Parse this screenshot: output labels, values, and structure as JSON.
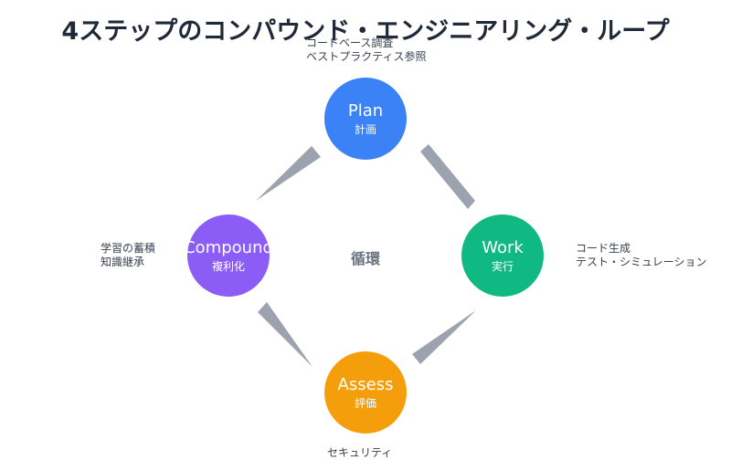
{
  "title": "4ステップのコンパウンド・エンジニアリング・ループ",
  "center": "循環",
  "colors": {
    "plan": "#3b82f6",
    "work": "#10b981",
    "assess": "#f59e0b",
    "compound": "#8b5cf6",
    "arrow": "#9ca3af"
  },
  "nodes": {
    "plan": {
      "label": "Plan",
      "sub": "計画"
    },
    "work": {
      "label": "Work",
      "sub": "実行"
    },
    "assess": {
      "label": "Assess",
      "sub": "評価"
    },
    "compound": {
      "label": "Compound",
      "sub": "複利化"
    }
  },
  "notes": {
    "plan": [
      "コードベース調査",
      "ベストプラクティス参照"
    ],
    "work": [
      "コード生成",
      "テスト・シミュレーション"
    ],
    "assess": [
      "セキュリティ"
    ],
    "compound": [
      "学習の蓄積",
      "知識継承"
    ]
  }
}
